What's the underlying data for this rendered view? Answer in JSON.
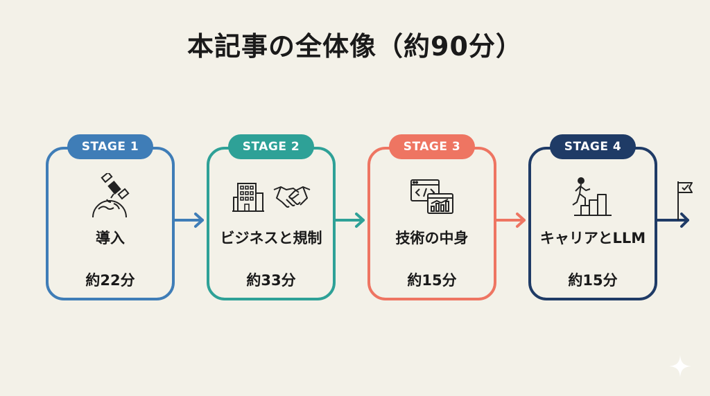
{
  "title": "本記事の全体像（約90分）",
  "stages": [
    {
      "badge": "STAGE 1",
      "name": "導入",
      "time": "約22分",
      "color": "#3f7db7",
      "icons": [
        "satellite-icon",
        "globe-icon"
      ]
    },
    {
      "badge": "STAGE 2",
      "name": "ビジネスと規制",
      "time": "約33分",
      "color": "#2ea197",
      "icons": [
        "building-icon",
        "handshake-icon"
      ]
    },
    {
      "badge": "STAGE 3",
      "name": "技術の中身",
      "time": "約15分",
      "color": "#ee7562",
      "icons": [
        "code-window-icon",
        "chart-icon"
      ]
    },
    {
      "badge": "STAGE 4",
      "name": "キャリアとLLM",
      "time": "約15分",
      "color": "#1f3b66",
      "icons": [
        "stairs-climber-icon"
      ]
    }
  ],
  "end_icon": "goal-flag-icon"
}
